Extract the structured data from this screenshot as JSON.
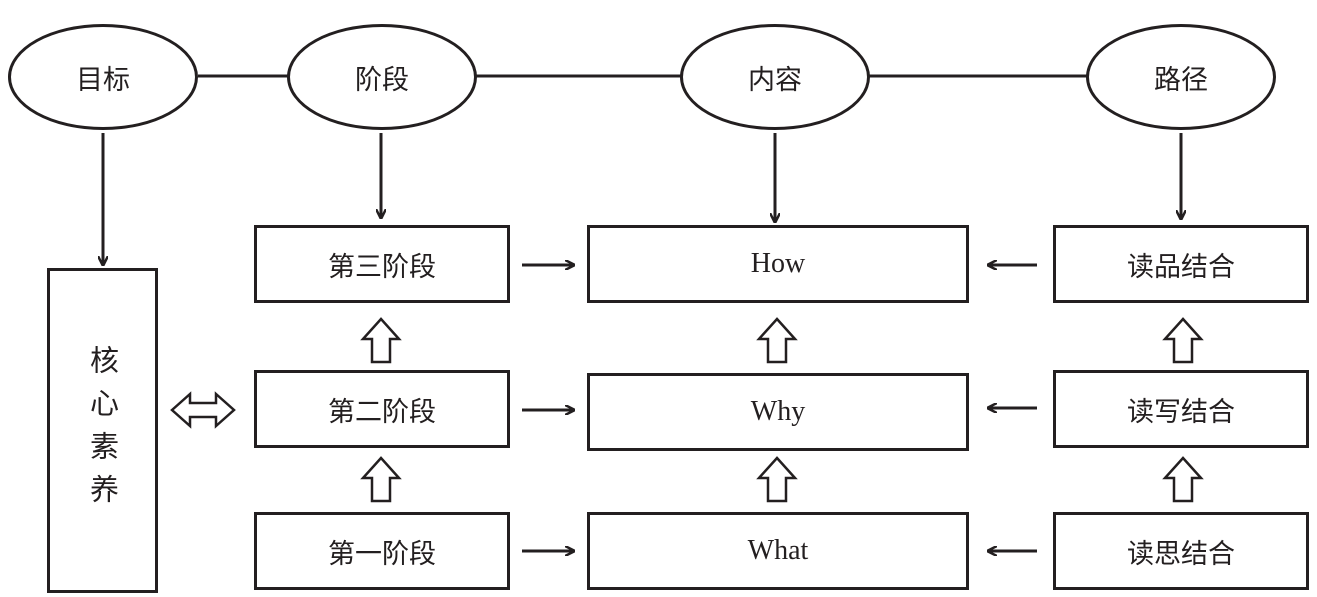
{
  "header": {
    "goal": "目标",
    "stage": "阶段",
    "content": "内容",
    "path": "路径"
  },
  "core": "核心素养",
  "stages": [
    "第三阶段",
    "第二阶段",
    "第一阶段"
  ],
  "contents": [
    "How",
    "Why",
    "What"
  ],
  "paths": [
    "读品结合",
    "读写结合",
    "读思结合"
  ]
}
